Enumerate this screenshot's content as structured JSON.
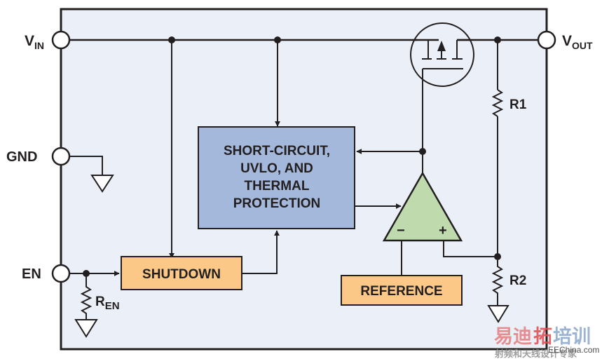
{
  "diagram": {
    "title": "LDO regulator internal block diagram",
    "colors": {
      "background": "#ebf0f8",
      "line": "#231f20",
      "protection_block": "#a3b8da",
      "shutdown_block": "#fbc887",
      "reference_block": "#fbc887",
      "amplifier": "#bfdbad"
    },
    "pins": {
      "vin": {
        "main": "V",
        "sub": "IN"
      },
      "vout": {
        "main": "V",
        "sub": "OUT"
      },
      "gnd": {
        "main": "GND"
      },
      "en": {
        "main": "EN"
      }
    },
    "blocks": {
      "protection": {
        "lines": [
          "SHORT-CIRCUIT,",
          "UVLO, AND",
          "THERMAL",
          "PROTECTION"
        ]
      },
      "shutdown": {
        "label": "SHUTDOWN"
      },
      "reference": {
        "label": "REFERENCE"
      }
    },
    "amplifier": {
      "minus": "−",
      "plus": "+"
    },
    "resistors": {
      "r1": "R1",
      "r2": "R2",
      "ren": {
        "main": "R",
        "sub": "EN"
      }
    }
  },
  "watermark": {
    "cn_brand": [
      "易迪",
      "拓",
      "培训"
    ],
    "cn_sub": "射频和天线设计专家",
    "en_site": "EEChina.com"
  }
}
